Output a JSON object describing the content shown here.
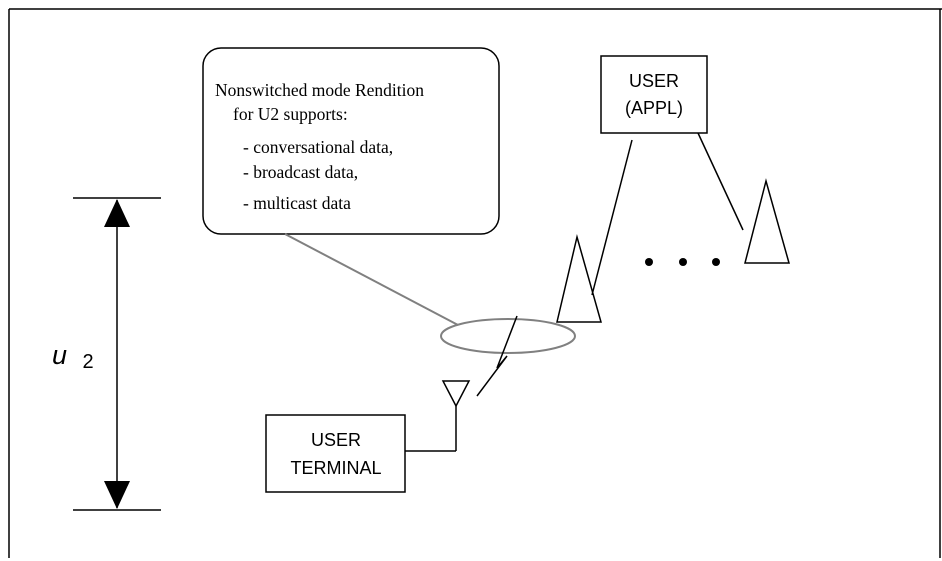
{
  "callout": {
    "title_line1": "Nonswitched mode Rendition",
    "title_line2": "for U2 supports:",
    "items": [
      "- conversational data,",
      "- broadcast data,",
      "- multicast data"
    ]
  },
  "user_appl": {
    "line1": "USER",
    "line2": "(APPL)"
  },
  "user_terminal": {
    "line1": "USER",
    "line2": "TERMINAL"
  },
  "interface_label": {
    "letter": "u",
    "subscript": "2"
  },
  "colors": {
    "stroke": "#000000",
    "callout_pointer": "#808080",
    "background": "#ffffff"
  }
}
